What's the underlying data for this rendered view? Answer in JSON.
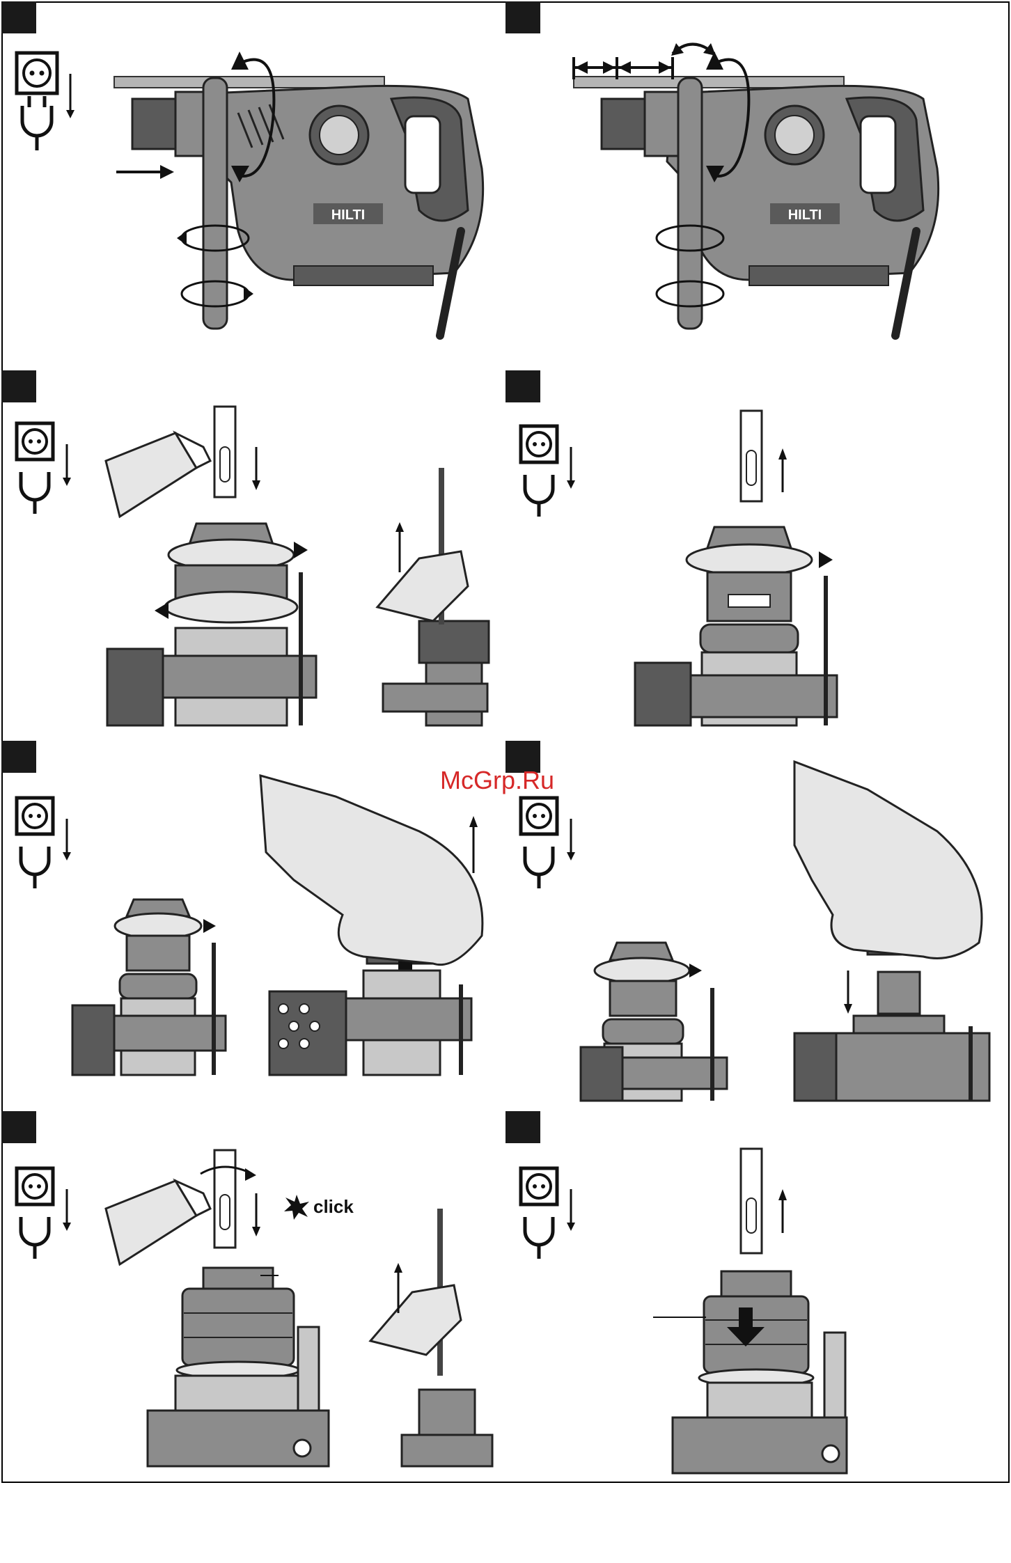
{
  "brand": "HILTI",
  "watermark": "McGrp.Ru",
  "click_label": "click",
  "panels": [
    {
      "id": 1,
      "step": ""
    },
    {
      "id": 2,
      "step": ""
    },
    {
      "id": 3,
      "step": ""
    },
    {
      "id": 4,
      "step": ""
    },
    {
      "id": 5,
      "step": ""
    },
    {
      "id": 6,
      "step": ""
    },
    {
      "id": 7,
      "step": ""
    },
    {
      "id": 8,
      "step": ""
    }
  ],
  "colors": {
    "ink": "#111111",
    "tool_dark": "#5a5a5a",
    "tool_mid": "#8c8c8c",
    "tool_light": "#c8c8c8",
    "glove": "#e6e6e6",
    "watermark": "#d62828"
  }
}
